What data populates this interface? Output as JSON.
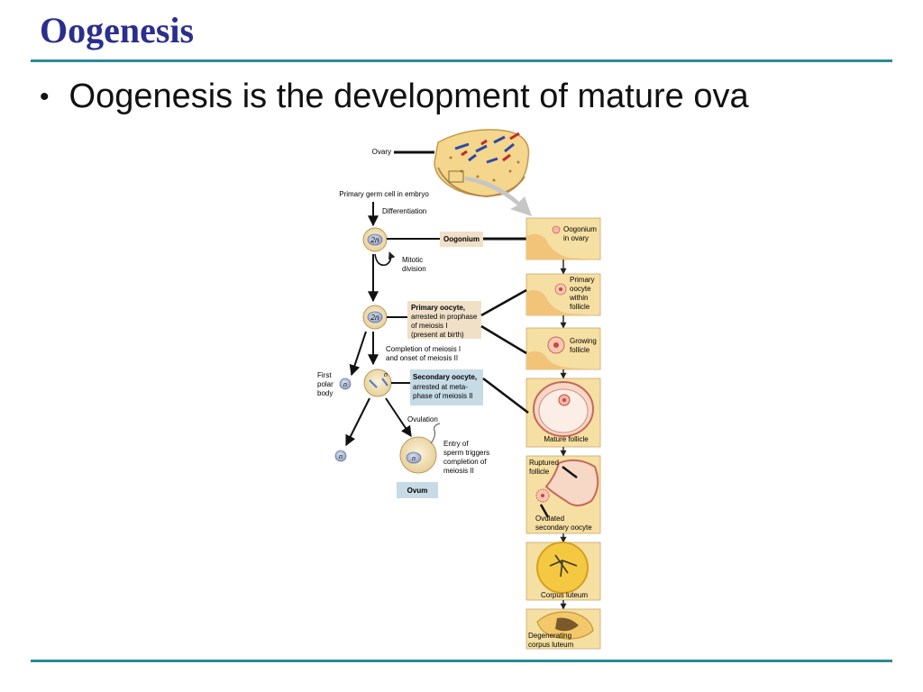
{
  "slide": {
    "title": "Oogenesis",
    "bullet": "Oogenesis is the development of mature ova"
  },
  "diagram": {
    "ovary": "Ovary",
    "primary_germ_cell": "Primary germ cell in embryo",
    "differentiation": "Differentiation",
    "ploidy_2n": "2n",
    "ploidy_n": "n",
    "oogonium_box": "Oogonium",
    "mitotic": [
      "Mitotic",
      "division"
    ],
    "primary_oocyte_title": "Primary oocyte,",
    "primary_oocyte_lines": [
      "arrested in prophase",
      "of meiosis I",
      "(present at birth)"
    ],
    "completion_meiosis": [
      "Completion of meiosis I",
      "and onset of meiosis II"
    ],
    "first_polar_body": [
      "First",
      "polar",
      "body"
    ],
    "secondary_oocyte_title": "Secondary oocyte,",
    "secondary_oocyte_lines": [
      "arrested at meta-",
      "phase of meiosis II"
    ],
    "ovulation": "Ovulation",
    "sperm_entry": [
      "Entry of",
      "sperm triggers",
      "completion of",
      "meiosis II"
    ],
    "ovum": "Ovum",
    "stages": {
      "oogonium_in_ovary": [
        "Oogonium",
        "in ovary"
      ],
      "primary_oocyte_follicle": [
        "Primary",
        "oocyte",
        "within",
        "follicle"
      ],
      "growing_follicle": [
        "Growing",
        "follicle"
      ],
      "mature_follicle": "Mature follicle",
      "ruptured_follicle": [
        "Ruptured",
        "follicle"
      ],
      "ovulated_oocyte": [
        "Ovulated",
        "secondary oocyte"
      ],
      "corpus_luteum": "Corpus luteum",
      "degenerating": [
        "Degenerating",
        "corpus luteum"
      ]
    }
  },
  "colors": {
    "title": "#2b2f8c",
    "rule": "#2a8a9a",
    "panel": "#f6dfa3",
    "tissue": "#f2c47a",
    "oogonium_box": "#f0e0c8",
    "secondary_box": "#c6dbe6",
    "ovum_box": "#c6dbe6"
  }
}
